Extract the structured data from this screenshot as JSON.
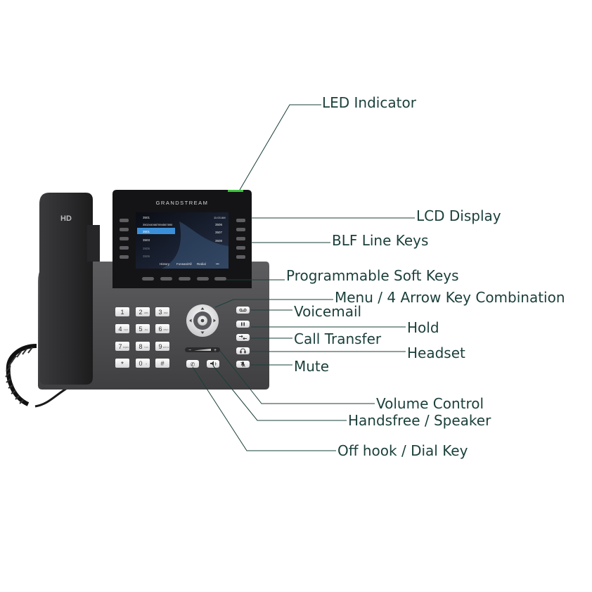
{
  "brand": "GRANDSTREAM",
  "handset_badge": "HD",
  "lcd": {
    "status": "11:03 AM",
    "left_lines": [
      "3501",
      "3502440687894567890",
      "3501",
      "3503",
      "3505",
      "3506"
    ],
    "right_lines": [
      "3506",
      "3507",
      "3508"
    ],
    "softkeys": [
      "History",
      "ForwardAll",
      "Redial"
    ],
    "more_glyph": "•••"
  },
  "keypad": [
    {
      "digit": "1",
      "letters": ""
    },
    {
      "digit": "2",
      "letters": "ABC"
    },
    {
      "digit": "3",
      "letters": "DEF"
    },
    {
      "digit": "4",
      "letters": "GHI"
    },
    {
      "digit": "5",
      "letters": "JKL"
    },
    {
      "digit": "6",
      "letters": "MNO"
    },
    {
      "digit": "7",
      "letters": "PQRS"
    },
    {
      "digit": "8",
      "letters": "TUV"
    },
    {
      "digit": "9",
      "letters": "WXYZ"
    },
    {
      "digit": "*",
      "letters": ""
    },
    {
      "digit": "0",
      "letters": "+"
    },
    {
      "digit": "#",
      "letters": ""
    }
  ],
  "callouts": {
    "led_indicator": "LED Indicator",
    "lcd_display": "LCD Display",
    "blf_line_keys": "BLF Line Keys",
    "programmable_soft_keys": "Programmable Soft Keys",
    "menu_arrow_keys": "Menu / 4 Arrow Key Combination",
    "voicemail": "Voicemail",
    "hold": "Hold",
    "call_transfer": "Call Transfer",
    "headset": "Headset",
    "mute": "Mute",
    "volume_control": "Volume Control",
    "handsfree_speaker": "Handsfree / Speaker",
    "off_hook_dial_key": "Off hook / Dial Key"
  },
  "icons": [
    "voicemail-icon",
    "hold-icon",
    "transfer-icon",
    "headset-icon",
    "mute-icon",
    "phone-icon",
    "speaker-icon"
  ],
  "colors": {
    "label_text": "#1a3f3a",
    "leader_line": "#1a3f3a",
    "led_green": "#3ec23e",
    "lcd_highlight": "#3b8fd8",
    "body_gray": "#4a4a4c"
  }
}
